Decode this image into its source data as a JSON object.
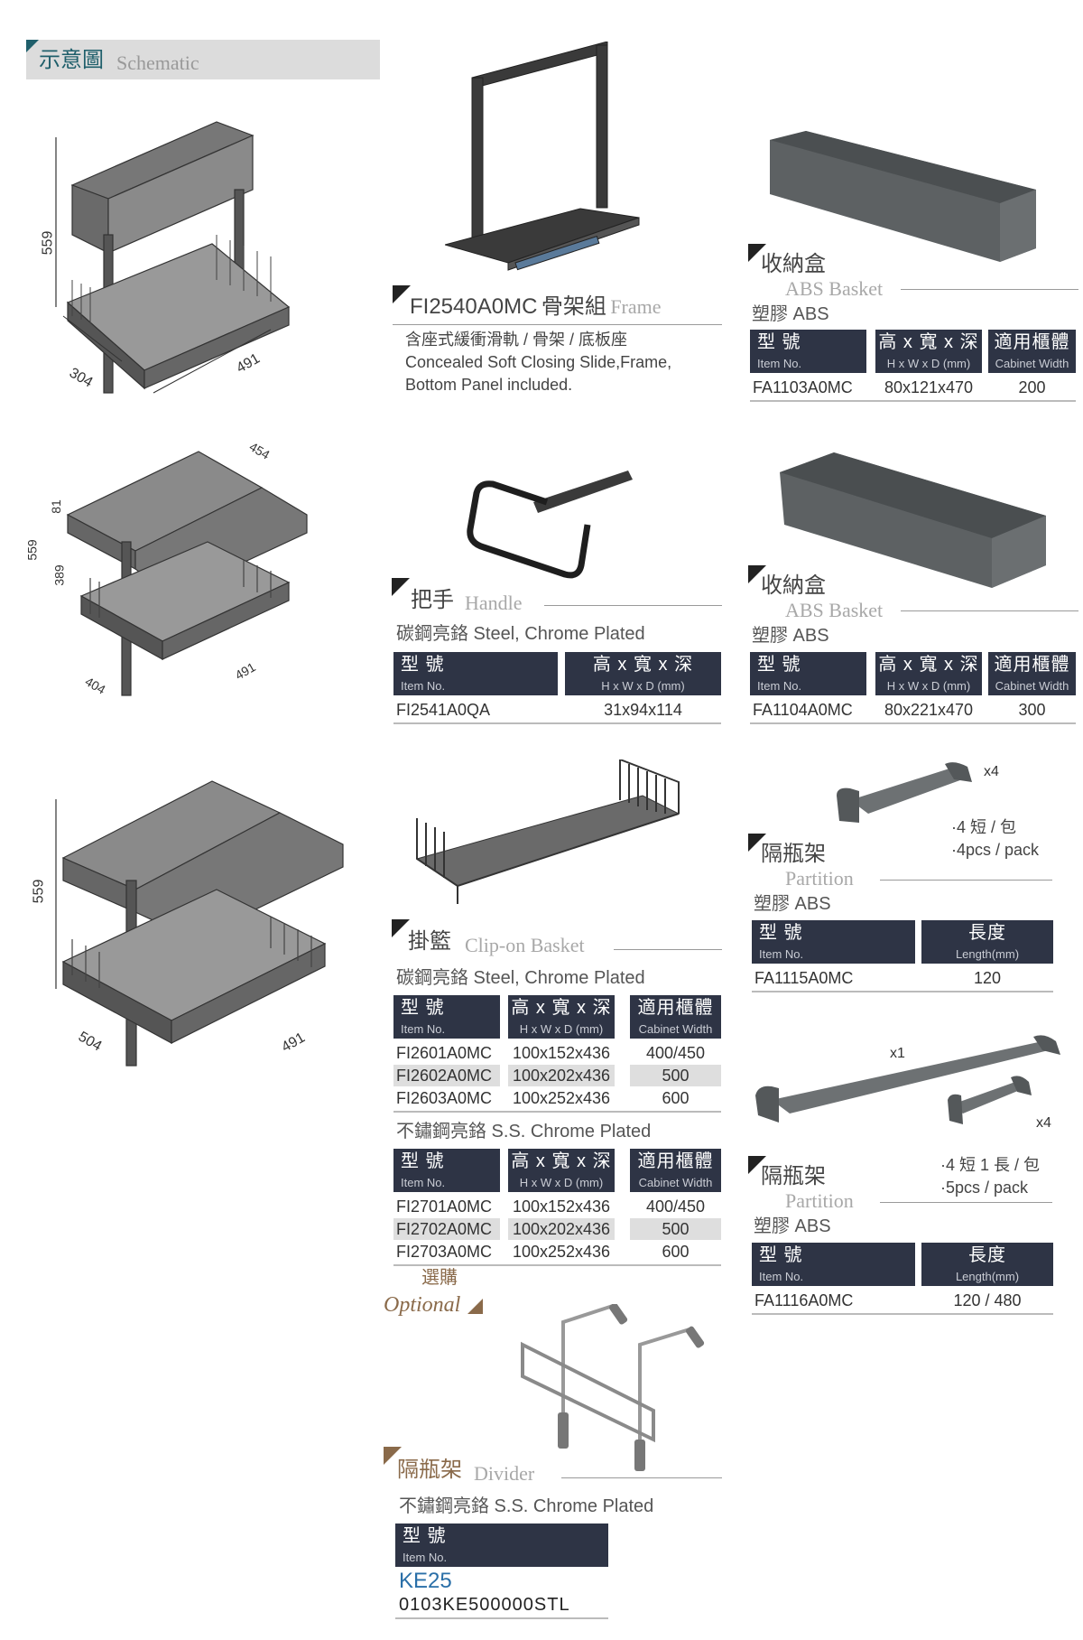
{
  "schematic": {
    "title_zh": "示意圖",
    "title_en": "Schematic",
    "diagrams": [
      {
        "dims": [
          "559",
          "304",
          "491"
        ]
      },
      {
        "dims": [
          "454",
          "81",
          "389",
          "559",
          "404",
          "491"
        ]
      },
      {
        "dims": [
          "559",
          "504",
          "491"
        ]
      }
    ]
  },
  "headers": {
    "item": {
      "zh": "型  號",
      "en": "Item No."
    },
    "size": {
      "zh": "高 x 寬 x 深",
      "en": "H x W x D (mm)"
    },
    "width": {
      "zh": "適用櫃體",
      "en": "Cabinet Width"
    },
    "length": {
      "zh": "長度",
      "en": "Length(mm)"
    }
  },
  "frame": {
    "code": "FI2540A0MC",
    "title_zh": "骨架組",
    "title_en": "Frame",
    "desc": [
      "含座式緩衝滑軌 / 骨架 / 底板座",
      "Concealed Soft Closing Slide,Frame,",
      "Bottom Panel included."
    ]
  },
  "basket1": {
    "title_zh": "收納盒",
    "title_en": "ABS Basket",
    "material": "塑膠 ABS",
    "table": {
      "rows": [
        [
          "FA1103A0MC",
          "80x121x470",
          "200"
        ]
      ]
    }
  },
  "handle": {
    "title_zh": "把手",
    "title_en": "Handle",
    "material": "碳鋼亮鉻 Steel, Chrome Plated",
    "table": {
      "rows": [
        [
          "FI2541A0QA",
          "31x94x114"
        ]
      ]
    }
  },
  "basket2": {
    "title_zh": "收納盒",
    "title_en": "ABS Basket",
    "material": "塑膠 ABS",
    "table": {
      "rows": [
        [
          "FA1104A0MC",
          "80x221x470",
          "300"
        ]
      ]
    }
  },
  "clip": {
    "title_zh": "掛籃",
    "title_en": "Clip-on Basket",
    "material1": "碳鋼亮鉻 Steel, Chrome Plated",
    "table1": {
      "rows": [
        [
          "FI2601A0MC",
          "100x152x436",
          "400/450"
        ],
        [
          "FI2602A0MC",
          "100x202x436",
          "500"
        ],
        [
          "FI2603A0MC",
          "100x252x436",
          "600"
        ]
      ]
    },
    "material2": "不鏽鋼亮鉻 S.S. Chrome Plated",
    "table2": {
      "rows": [
        [
          "FI2701A0MC",
          "100x152x436",
          "400/450"
        ],
        [
          "FI2702A0MC",
          "100x202x436",
          "500"
        ],
        [
          "FI2703A0MC",
          "100x252x436",
          "600"
        ]
      ]
    }
  },
  "optional": {
    "zh": "選購",
    "en": "Optional"
  },
  "divider": {
    "title_zh": "隔瓶架",
    "title_en": "Divider",
    "material": "不鏽鋼亮鉻 S.S. Chrome Plated",
    "item_no": "KE25",
    "code": "0103KE500000STL"
  },
  "partition1": {
    "qty": "x4",
    "notes": [
      "·4 短 / 包",
      "·4pcs / pack"
    ],
    "title_zh": "隔瓶架",
    "title_en": "Partition",
    "material": "塑膠 ABS",
    "table": {
      "rows": [
        [
          "FA1115A0MC",
          "120"
        ]
      ]
    }
  },
  "partition2": {
    "qty_long": "x1",
    "qty_short": "x4",
    "notes": [
      "·4 短 1 長 / 包",
      "·5pcs / pack"
    ],
    "title_zh": "隔瓶架",
    "title_en": "Partition",
    "material": "塑膠 ABS",
    "table": {
      "rows": [
        [
          "FA1116A0MC",
          "120 / 480"
        ]
      ]
    }
  },
  "colors": {
    "header": "#2e3445",
    "teal": "#1f5f6b",
    "brown": "#8a6a4a",
    "link": "#2a6fa8"
  }
}
